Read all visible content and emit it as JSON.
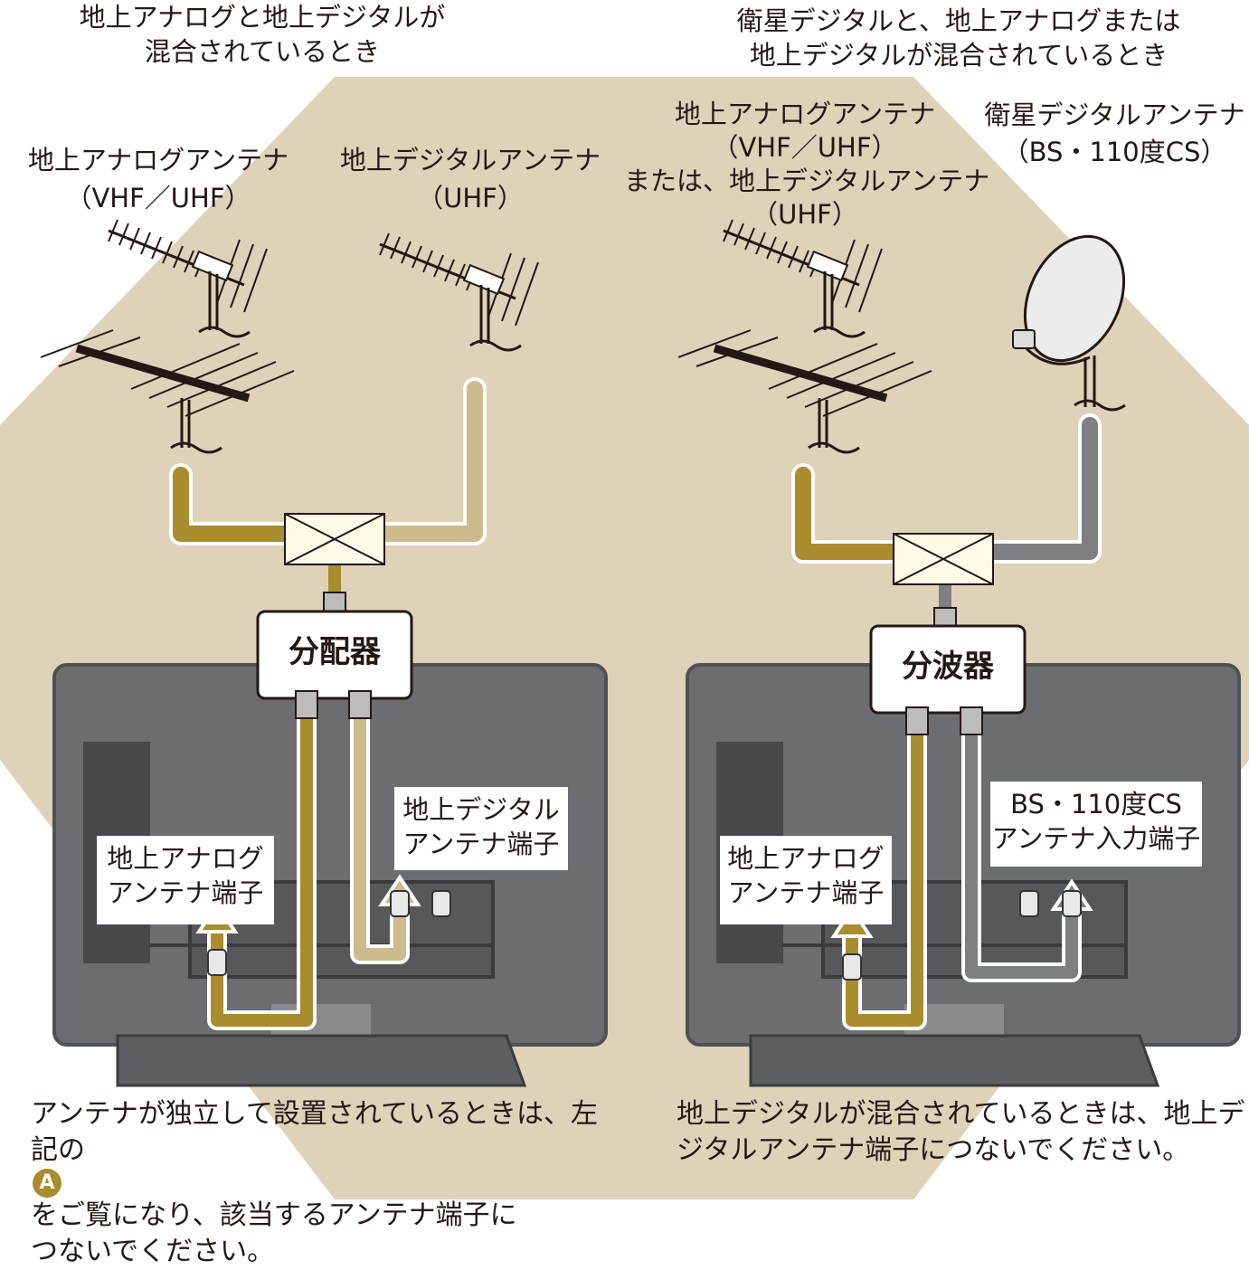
{
  "colors": {
    "background_hexagon": "#ded3b8",
    "analog_cable": "#a88c2e",
    "digital_cable": "#cdbb8b",
    "satellite_cable": "#7e7f82",
    "tv_body": "#6c6d71"
  },
  "left": {
    "heading": [
      "地上アナログと地上デジタルが",
      "混合されているとき"
    ],
    "antenna_analog": [
      "地上アナログアンテナ",
      "（VHF／UHF）"
    ],
    "antenna_digital": [
      "地上デジタルアンテナ",
      "（UHF）"
    ],
    "device": "分配器",
    "terminal_digital": [
      "地上デジタル",
      "アンテナ端子"
    ],
    "terminal_analog": [
      "地上アナログ",
      "アンテナ端子"
    ],
    "note_lines": [
      "アンテナが独立して設置されているときは、左",
      "記の",
      "をご覧になり、該当するアンテナ端子に",
      "つないでください。"
    ],
    "note_badge": "A"
  },
  "right": {
    "heading": [
      "衛星デジタルと、地上アナログまたは",
      "地上デジタルが混合されているとき"
    ],
    "antenna_terrestrial": [
      "地上アナログアンテナ",
      "（VHF／UHF）",
      "または、地上デジタルアンテナ",
      "（UHF）"
    ],
    "antenna_satellite": [
      "衛星デジタルアンテナ",
      "（BS・110度CS）"
    ],
    "device": "分波器",
    "terminal_bs": [
      "BS・110度CS",
      "アンテナ入力端子"
    ],
    "terminal_analog": [
      "地上アナログ",
      "アンテナ端子"
    ],
    "note_lines": [
      "地上デジタルが混合されているときは、地上デ",
      "ジタルアンテナ端子につないでください。"
    ]
  }
}
